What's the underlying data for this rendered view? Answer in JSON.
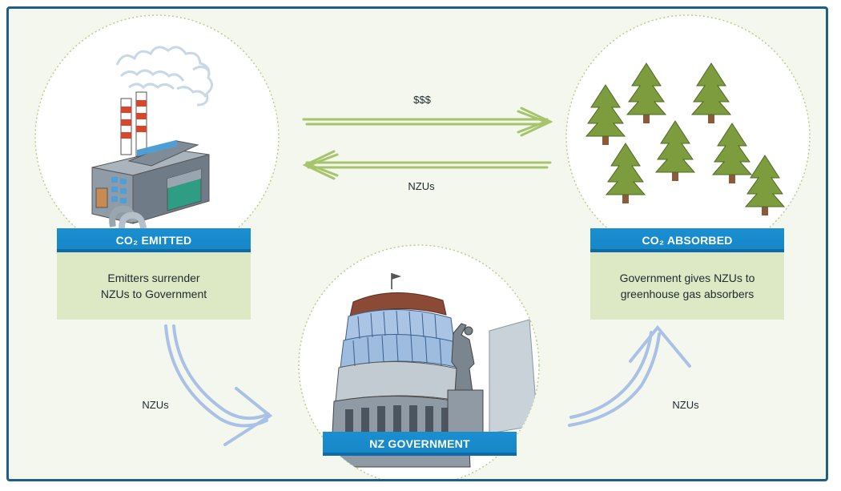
{
  "emitter": {
    "banner": "CO₂ EMITTED",
    "description_line1": "Emitters surrender",
    "description_line2": "NZUs to Government"
  },
  "absorber": {
    "banner": "CO₂ ABSORBED",
    "description_line1": "Government gives NZUs to",
    "description_line2": "greenhouse gas absorbers"
  },
  "government": {
    "banner": "NZ GOVERNMENT"
  },
  "flows": {
    "money_label": "$$$",
    "nzu_top_label": "NZUs",
    "nzu_left_label": "NZUs",
    "nzu_right_label": "NZUs"
  },
  "colors": {
    "banner_blue": "#1686c6",
    "green_arrow": "#a6c46a",
    "blue_arrow": "#a9c1e6",
    "desc_bg": "#dde8c4",
    "frame_border": "#1d5f86"
  }
}
